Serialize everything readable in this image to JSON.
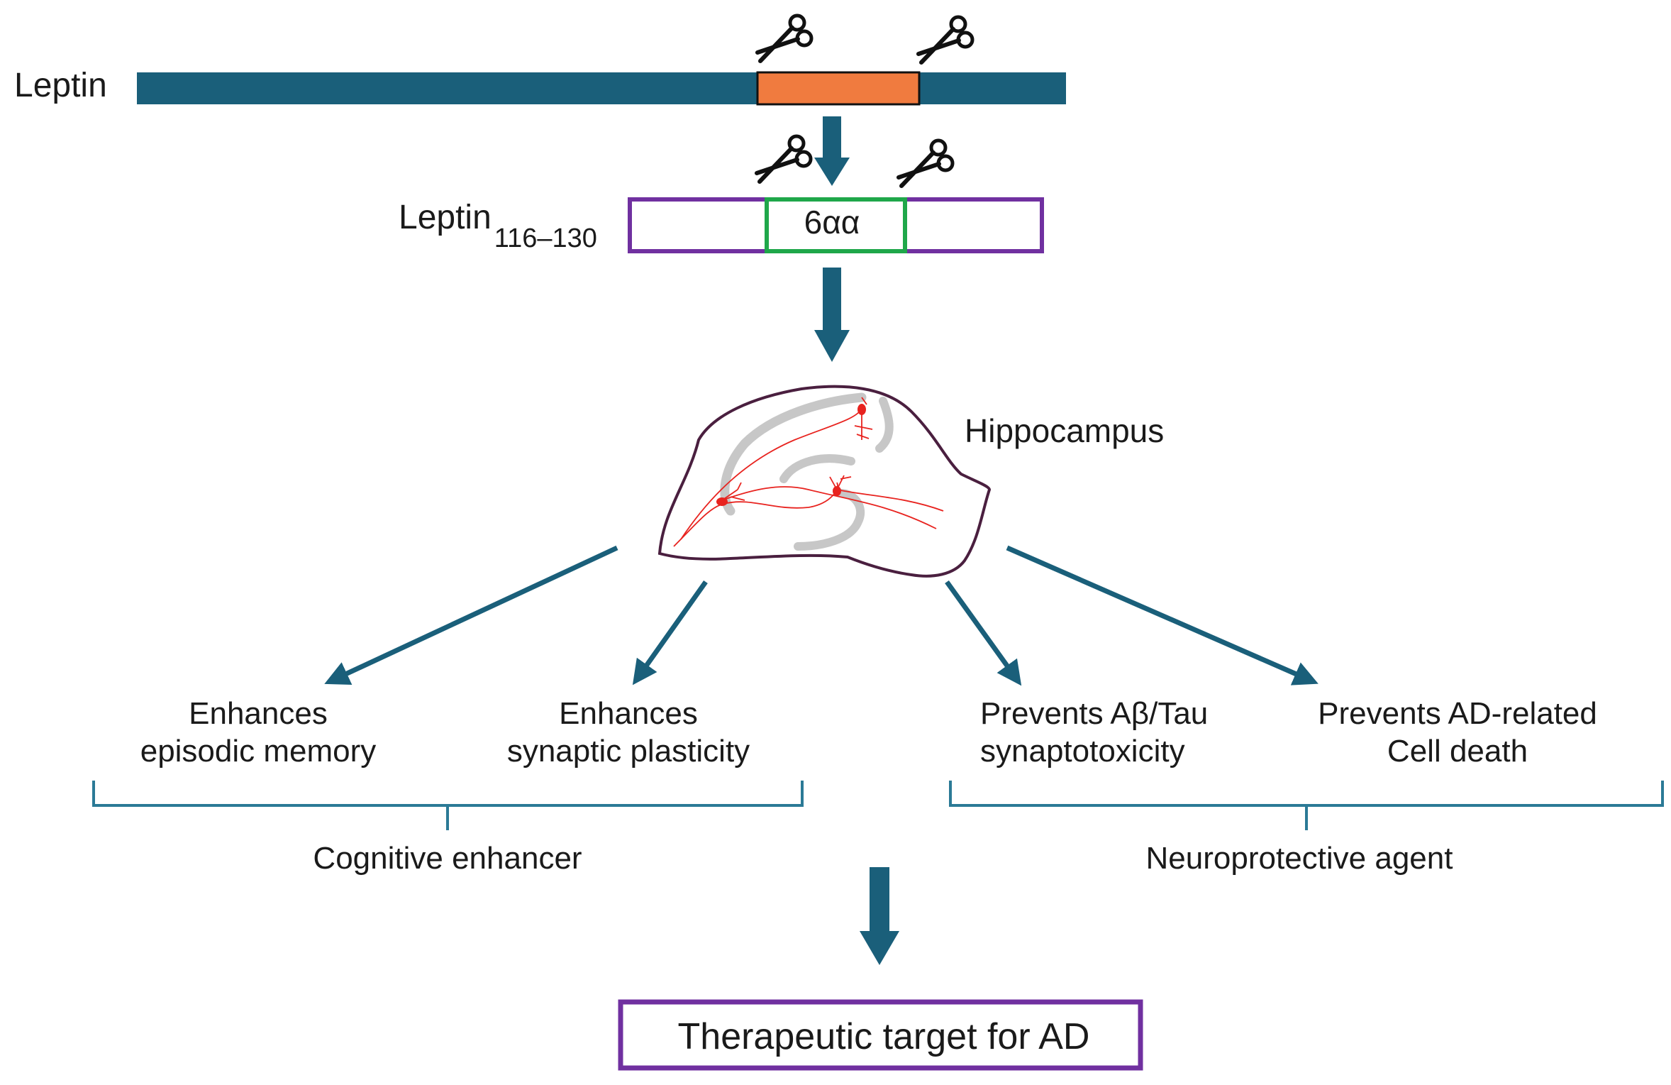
{
  "leptin_label": "Leptin",
  "fragment": {
    "label": "Leptin",
    "subscript": "116–130"
  },
  "motif_label": "6αα",
  "region_label": "Hippocampus",
  "effects": [
    {
      "line1": "Enhances",
      "line2": "episodic memory"
    },
    {
      "line1": "Enhances",
      "line2": "synaptic plasticity"
    },
    {
      "line1": "Prevents Aβ/Tau",
      "line2": "synaptotoxicity"
    },
    {
      "line1": "Prevents AD-related",
      "line2": "Cell death"
    }
  ],
  "groups": [
    "Cognitive enhancer",
    "Neuroprotective agent"
  ],
  "target": "Therapeutic target for AD",
  "colors": {
    "leptin_bar": "#1a5f7a",
    "cleaved_segment": "#f07b3f",
    "fragment_box": "#7030a0",
    "motif_box": "#1fa74a",
    "arrows": "#1a5f7a",
    "brackets": "#2b7a96",
    "neurons": "#e8231f",
    "hippocampus_layer": "#c7c7c7",
    "target_box": "#7030a0"
  },
  "icons": [
    "scissors-icon",
    "hippocampus-illustration",
    "down-arrow-icon"
  ]
}
